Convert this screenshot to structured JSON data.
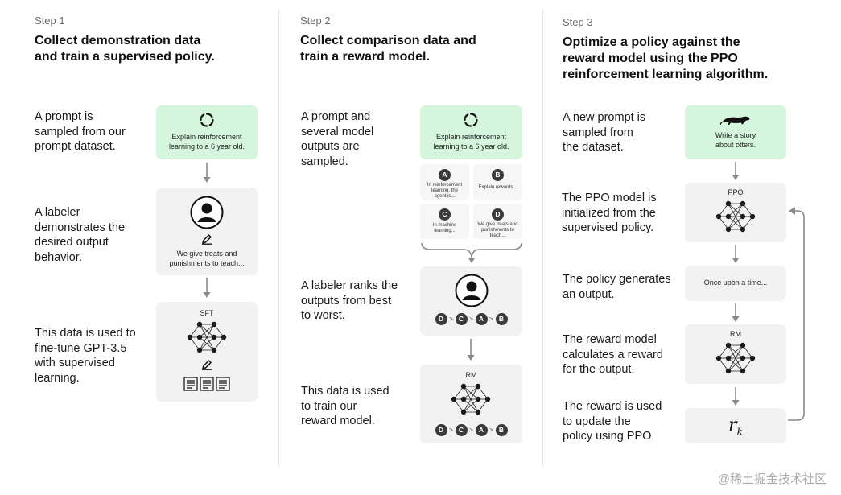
{
  "steps": [
    {
      "label": "Step 1",
      "title_lines": [
        "Collect demonstration data",
        "and train a supervised policy."
      ],
      "descriptions": [
        [
          "A prompt is",
          "sampled from our",
          "prompt dataset."
        ],
        [
          "A labeler",
          "demonstrates the",
          "desired output",
          "behavior."
        ],
        [
          "This data is used to",
          "fine-tune GPT-3.5",
          "with supervised",
          "learning."
        ]
      ],
      "prompt_lines": [
        "Explain reinforcement",
        "learning to a 6 year old."
      ],
      "demo_lines": [
        "We give treats and",
        "punishments to teach..."
      ],
      "model_label": "SFT"
    },
    {
      "label": "Step 2",
      "title_lines": [
        "Collect comparison data and",
        "train a reward model."
      ],
      "descriptions": [
        [
          "A prompt and",
          "several model",
          "outputs are",
          "sampled."
        ],
        [
          "A labeler ranks the",
          "outputs from best",
          "to worst."
        ],
        [
          "This data is used",
          "to train our",
          "reward model."
        ]
      ],
      "prompt_lines": [
        "Explain reinforcement",
        "learning to a 6 year old."
      ],
      "outputs": [
        {
          "letter": "A",
          "lines": [
            "In reinforcement",
            "learning, the",
            "agent is..."
          ]
        },
        {
          "letter": "B",
          "lines": [
            "Explain rewards..."
          ]
        },
        {
          "letter": "C",
          "lines": [
            "In machine",
            "learning..."
          ]
        },
        {
          "letter": "D",
          "lines": [
            "We give treats and",
            "punishments to",
            "teach..."
          ]
        }
      ],
      "ranking": [
        "D",
        "C",
        "A",
        "B"
      ],
      "ranking_sep": ">",
      "model_label": "RM"
    },
    {
      "label": "Step 3",
      "title_lines": [
        "Optimize a policy against the",
        "reward model using the PPO",
        "reinforcement learning algorithm."
      ],
      "descriptions": [
        [
          "A new prompt is",
          "sampled from",
          "the dataset."
        ],
        [
          "The PPO model is",
          "initialized from the",
          "supervised policy."
        ],
        [
          "The policy generates",
          "an output."
        ],
        [
          "The reward model",
          "calculates a reward",
          "for the output."
        ],
        [
          "The reward is used",
          "to update the",
          "policy using PPO."
        ]
      ],
      "prompt_lines": [
        "Write a story",
        "about otters."
      ],
      "ppo_label": "PPO",
      "output_text": "Once upon a time...",
      "rm_label": "RM",
      "reward_symbol": "r",
      "reward_subscript": "k"
    }
  ],
  "watermark": "@稀土掘金技术社区",
  "colors": {
    "prompt_bg": "#d5f5dd",
    "box_bg": "#f2f2f2",
    "arrow": "#8a8a8a",
    "text": "#1a1a1a"
  }
}
